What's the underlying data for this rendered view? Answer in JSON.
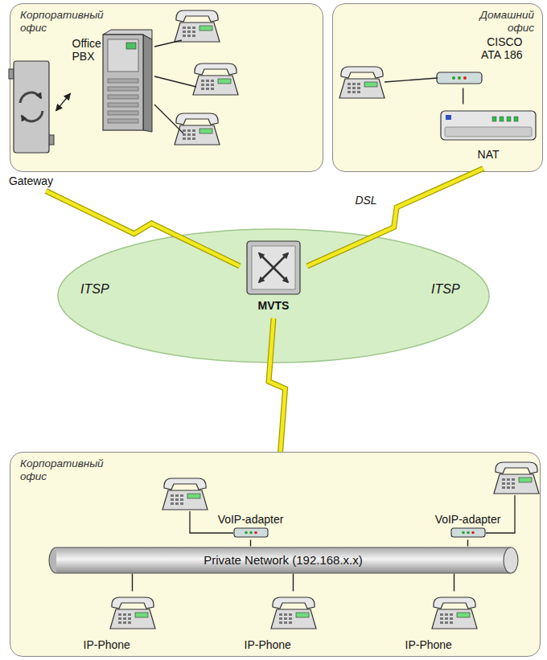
{
  "diagram": {
    "nodes": [
      {
        "text": [
          "Корпоративный офис"
        ]
      },
      {
        "text": [
          "Office PBX"
        ],
        "in": 0
      },
      {
        "text": [
          "Gateway"
        ],
        "in": 0
      },
      {
        "text": [
          "Домашний офис"
        ]
      },
      {
        "text": [
          "CISCO ATA 186"
        ],
        "in": 3
      },
      {
        "text": [
          "NAT"
        ],
        "in": 3
      },
      {
        "text": [
          "ITSP",
          "ITSP"
        ]
      },
      {
        "text": [
          "MVTS"
        ],
        "in": 6
      },
      {
        "text": [
          "Корпоративный офис"
        ]
      },
      {
        "text": [
          "VoIP-adapter"
        ],
        "in": 8
      },
      {
        "text": [
          "VoIP-adapter"
        ],
        "in": 8
      },
      {
        "text": [
          "Private Network (192.168.x.x)"
        ],
        "in": 8
      },
      {
        "text": [
          "IP-Phone"
        ],
        "in": 8
      },
      {
        "text": [
          "IP-Phone"
        ],
        "in": 8
      },
      {
        "text": [
          "IP-Phone"
        ],
        "in": 8
      }
    ],
    "edges": [
      {
        "from": 2,
        "to": 1,
        "arrow": "both"
      },
      {
        "from": 2,
        "to": 7,
        "arrow": "none"
      },
      {
        "from": 5,
        "to": 7,
        "arrow": "none",
        "label": "DSL"
      },
      {
        "from": 7,
        "to": 8,
        "arrow": "none"
      },
      {
        "from": 4,
        "to": 5,
        "arrow": "none"
      },
      {
        "from": 9,
        "to": 11,
        "arrow": "none"
      },
      {
        "from": 10,
        "to": 11,
        "arrow": "none"
      },
      {
        "from": 12,
        "to": 11,
        "arrow": "none"
      },
      {
        "from": 13,
        "to": 11,
        "arrow": "none"
      },
      {
        "from": 14,
        "to": 11,
        "arrow": "none"
      }
    ]
  }
}
